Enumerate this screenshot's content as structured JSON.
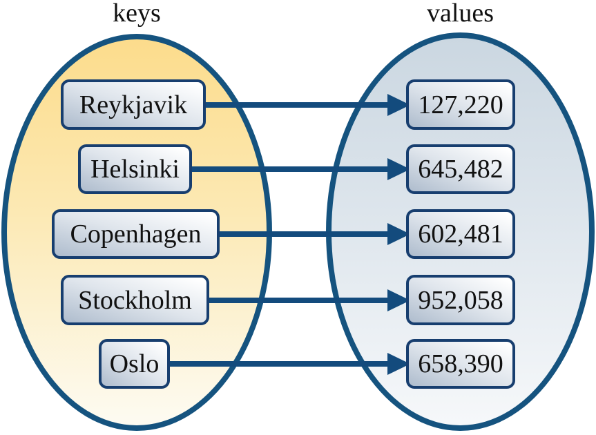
{
  "diagram": {
    "left_set_label": "keys",
    "right_set_label": "values",
    "entries": [
      {
        "key": "Reykjavik",
        "value": "127,220"
      },
      {
        "key": "Helsinki",
        "value": "645,482"
      },
      {
        "key": "Copenhagen",
        "value": "602,481"
      },
      {
        "key": "Stockholm",
        "value": "952,058"
      },
      {
        "key": "Oslo",
        "value": "658,390"
      }
    ],
    "colors": {
      "outline": "#15537f",
      "box_border": "#173e6f",
      "arrow": "#134b7d",
      "keys_ellipse_top": "#fcdc8c",
      "keys_ellipse_bottom": "#fdfbf2",
      "values_ellipse_top": "#cbd7e1",
      "values_ellipse_bottom": "#f6f8fa"
    }
  }
}
